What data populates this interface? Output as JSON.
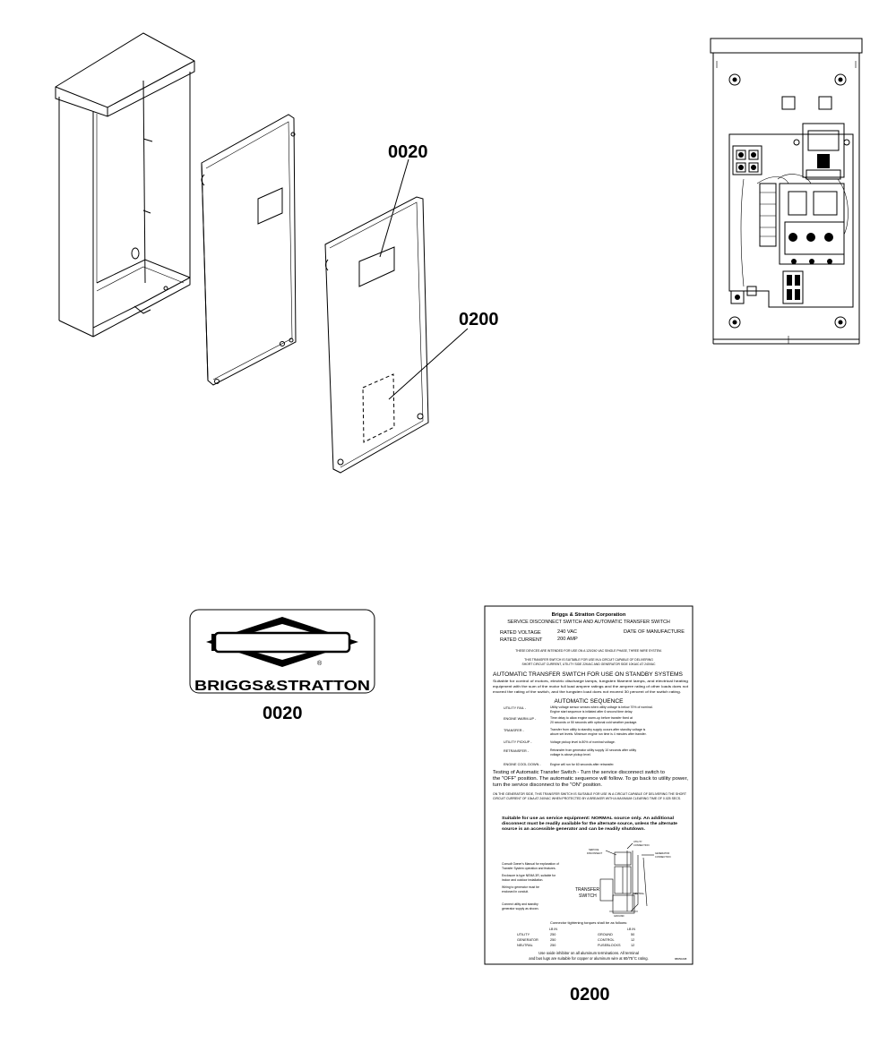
{
  "callouts": {
    "c1": "0020",
    "c2": "0200",
    "c3": "0020",
    "c4": "0200"
  },
  "logo": {
    "brand": "BRIGGS&STRATTON",
    "reg": "®"
  },
  "label": {
    "company": "Briggs & Stratton Corporation",
    "title": "SERVICE DISCONNECT SWITCH AND AUTOMATIC TRANSFER SWITCH",
    "rated_voltage_label": "RATED VOLTAGE",
    "rated_voltage_value": "240 VAC",
    "rated_current_label": "RATED CURRENT",
    "rated_current_value": "200 AMP",
    "date_label": "DATE OF MANUFACTURE",
    "intended_line": "THESE DEVICES ARE INTENDED FOR USE ON A 120/240 VAC SINGLE PHASE, THREE WIRE SYSTEM.",
    "suitable_line1": "THIS TRANSFER SWITCH IS SUITABLE FOR USE IN A CIRCUIT CAPABLE OF DELIVERING",
    "suitable_line2": "SHORT CIRCUIT CURRENT, UTILITY SIDE 22KAIC AND GENERATOR SIDE 10KAIC AT 240VAC",
    "ats_heading": "AUTOMATIC TRANSFER SWITCH FOR USE ON STANDBY SYSTEMS",
    "ats_p1": "Suitable for control of motors, electric discharge lamps, tungsten filament lamps, and electrical heating",
    "ats_p2": "equipment with the sum of the motor full load ampere ratings and the ampere rating of other loads does not",
    "ats_p3": "exceed the rating of the switch, and the tungsten load does not exceed 30 percent of the switch rating.",
    "seq_heading": "AUTOMATIC SEQUENCE",
    "seq": [
      {
        "k": "UTILITY FAIL -",
        "v1": "Utility voltage sensor senses when utility voltage is below 70% of nominal.",
        "v2": "Engine start sequence is initiated after 6 second time delay."
      },
      {
        "k": "ENGINE WARM-UP -",
        "v1": "Time delay to allow engine warm-up before transfer fixed at",
        "v2": "20 seconds or 50 seconds with optional cold weather package."
      },
      {
        "k": "TRANSFER -",
        "v1": "Transfer from utility to standby supply occurs after standby voltage is",
        "v2": "above set levels. Minimum engine run time is 4 minutes after transfer."
      },
      {
        "k": "UTILITY PICKUP -",
        "v1": "Voltage pickup level is 80% of nominal voltage.",
        "v2": ""
      },
      {
        "k": "RETRANSFER -",
        "v1": "Retransfer from generator utility supply 10 seconds after utility",
        "v2": "voltage is above pickup level."
      },
      {
        "k": "ENGINE COOL DOWN -",
        "v1": "Engine will run for 60 seconds after retransfer.",
        "v2": ""
      }
    ],
    "testing1": "Testing of Automatic Transfer Switch - Turn the service disconnect switch to",
    "testing2": "the \"OFF\" position. The automatic sequence will follow. To go back to utility power,",
    "testing3": "turn the service disconnect to the \"ON\" position.",
    "gen_side1": "ON THE GENERATOR SIDE, THIS TRANSFER SWITCH IS SUITABLE FOR USE IN A CIRCUIT CAPABLE OF DELIVERING THE SHORT",
    "gen_side2": "CIRCUIT CURRENT OF 10kA AT 240VAC WHEN PROTECTED BY A BREAKER WITH A MAXIMUM CLEARING TIME OF 0.025 SECS.",
    "service_eq1": "Suitable for use as service equipment: NORMAL source only. An additional",
    "service_eq2": "disconnect must be readily available for the alternate source, unless the alternate",
    "service_eq3": "source is an accessible generator and can be readily shutdown.",
    "diagram_labels": {
      "service_disconnect": "SERVICE\nDISCONNECT",
      "utility_connection": "UTILITY\nCONNECTION",
      "generator_connection": "GENERATOR\nCONNECTION",
      "transfer_switch": "TRANSFER\nSWITCH",
      "neutral": "NEUTRAL",
      "ground": "GROUND"
    },
    "notes": [
      "Consult Owner's Manual for explanation of",
      "Transfer System operation and features.",
      "Enclosure is type NEMA 3R, suitable for",
      "indoor and outdoor installation.",
      "Wiring to generator must be",
      "enclosed in conduit.",
      "Connect utility and standby",
      "generator supply as shown."
    ],
    "torque_heading": "Connector tightening torques shall be as follows:",
    "torque_unit": "LB IN",
    "torque_left": [
      {
        "k": "UTILITY",
        "v": "250"
      },
      {
        "k": "GENERATOR",
        "v": "250"
      },
      {
        "k": "NEUTRAL",
        "v": "250"
      }
    ],
    "torque_right": [
      {
        "k": "GROUND",
        "v": "50"
      },
      {
        "k": "CONTROL",
        "v": "12"
      },
      {
        "k": "FUSEBLOCKS",
        "v": "12"
      }
    ],
    "footer1": "Use oxide inhibitor on all aluminum terminations. All terminal",
    "footer2": "and bus lugs are suitable for copper or aluminum wire at 60/75°C rating.",
    "part_no": "88050208"
  }
}
